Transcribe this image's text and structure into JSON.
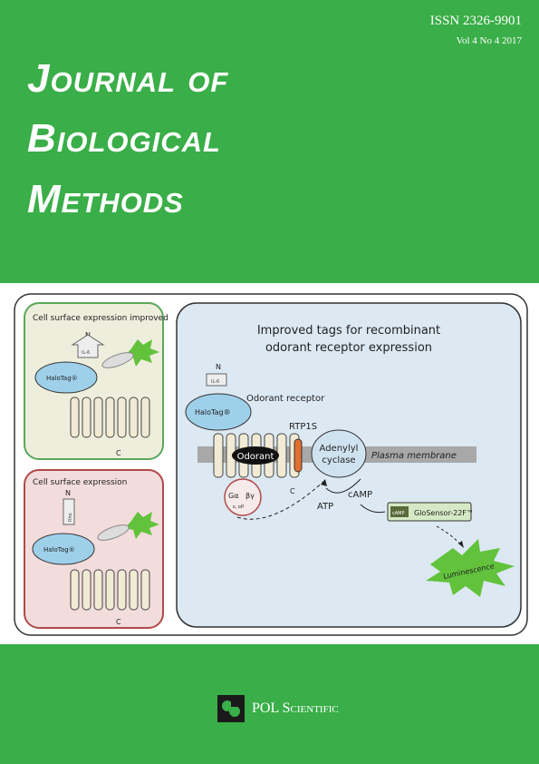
{
  "cover": {
    "issn": "ISSN 2326-9901",
    "volume": "Vol 4 No 4 2017",
    "title_lines": [
      "Journal of",
      "Biological",
      "Methods"
    ]
  },
  "figure": {
    "panel_a_title": "Cell surface expression improved",
    "panel_b_title": "Cell surface expression",
    "main_title_lines": [
      "Improved tags for recombinant",
      "odorant receptor expression"
    ],
    "halotag": "HaloTag®",
    "il6": "IL-6",
    "n_term": "N",
    "c_term": "C",
    "odorant_receptor": "Odorant receptor",
    "odorant": "Odorant",
    "rtp1s": "RTP1S",
    "adenylyl_cyclase_lines": [
      "Adenylyl",
      "cyclase"
    ],
    "plasma_membrane": "Plasma membrane",
    "g_alpha": "Gα",
    "g_beta_gamma": "βγ",
    "g_olf": "s, olf",
    "atp": "ATP",
    "camp": "cAMP",
    "camp_small": "cAMP",
    "glosensor": "GloSensor-22F™",
    "luminescence": "Luminescence",
    "rho_label": "Rho"
  },
  "publisher": {
    "name": "POL Scientific"
  },
  "colors": {
    "green": "#3aae48",
    "panel_a_bg": "#eeeedd",
    "panel_a_border": "#5aa75a",
    "panel_b_bg": "#f3dcdc",
    "panel_b_border": "#b04a48",
    "main_bg": "#dce8f2",
    "halotag": "#9fd0ea",
    "adcy": "#cfe2f0",
    "rtp": "#e07030",
    "lum": "#62c23c"
  }
}
